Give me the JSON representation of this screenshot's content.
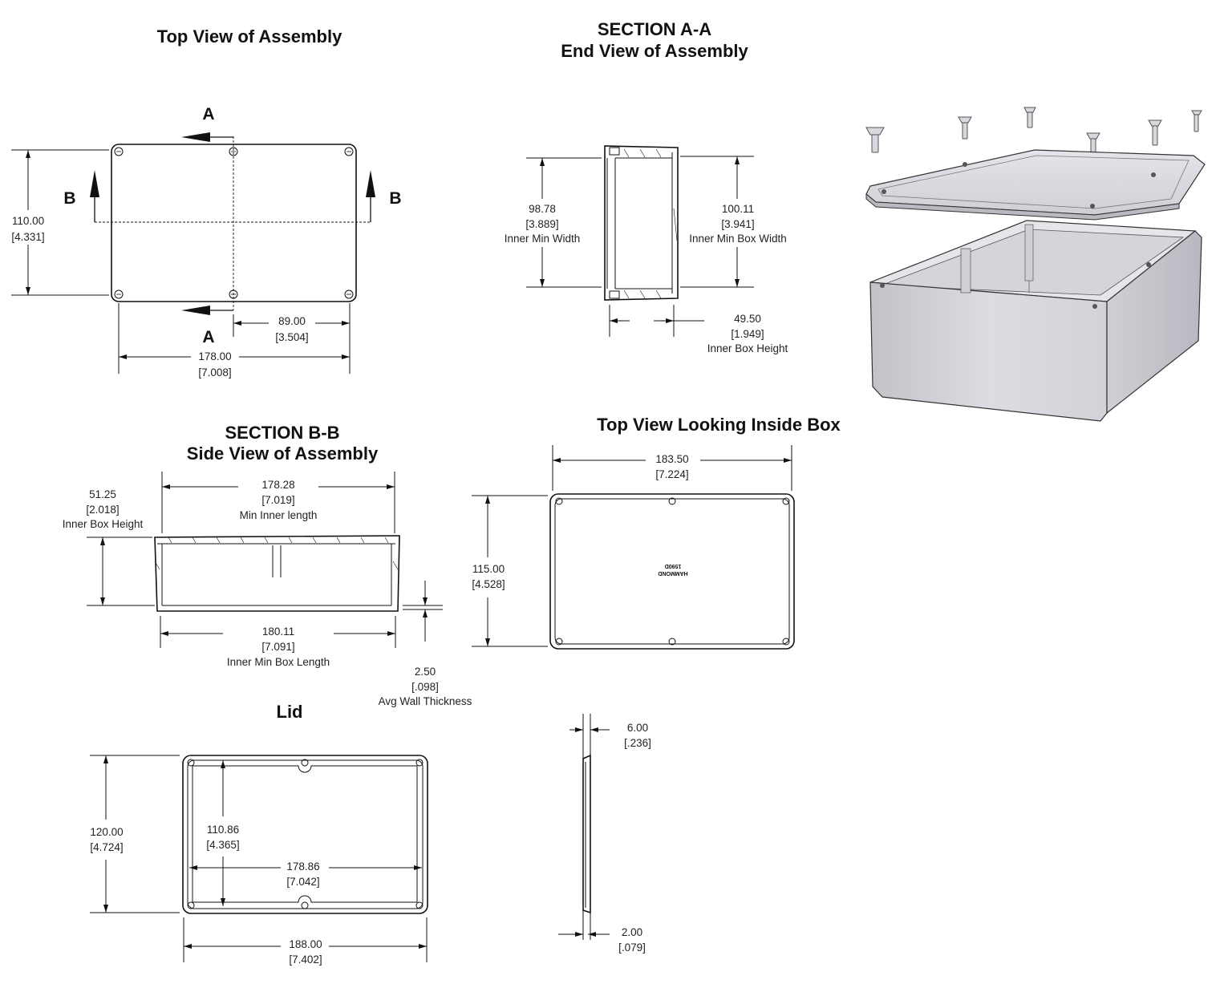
{
  "titles": {
    "top_view": "Top View of Assembly",
    "section_aa_line1": "SECTION A-A",
    "section_aa_line2": "End View of Assembly",
    "section_bb_line1": "SECTION B-B",
    "section_bb_line2": "Side View of Assembly",
    "inside_view": "Top View Looking Inside Box",
    "lid": "Lid"
  },
  "section_labels": {
    "a": "A",
    "b": "B"
  },
  "top_view": {
    "height_mm": "110.00",
    "height_in": "[4.331]",
    "width_mm": "178.00",
    "width_in": "[7.008]",
    "half_mm": "89.00",
    "half_in": "[3.504]"
  },
  "end_view": {
    "inner_min_width_mm": "98.78",
    "inner_min_width_in": "[3.889]",
    "inner_min_width_label": "Inner Min Width",
    "inner_box_width_mm": "100.11",
    "inner_box_width_in": "[3.941]",
    "inner_box_width_label": "Inner Min Box Width",
    "inner_height_mm": "49.50",
    "inner_height_in": "[1.949]",
    "inner_height_label": "Inner Box Height"
  },
  "side_view": {
    "height_mm": "51.25",
    "height_in": "[2.018]",
    "height_label": "Inner Box Height",
    "min_inner_mm": "178.28",
    "min_inner_in": "[7.019]",
    "min_inner_label": "Min Inner length",
    "box_length_mm": "180.11",
    "box_length_in": "[7.091]",
    "box_length_label": "Inner Min Box Length",
    "wall_mm": "2.50",
    "wall_in": "[.098]",
    "wall_label": "Avg Wall Thickness"
  },
  "inside_view": {
    "width_mm": "183.50",
    "width_in": "[7.224]",
    "height_mm": "115.00",
    "height_in": "[4.528]",
    "marking_line1": "HAMMOND",
    "marking_line2": "1590D"
  },
  "lid": {
    "height_mm": "120.00",
    "height_in": "[4.724]",
    "inner_h_mm": "110.86",
    "inner_h_in": "[4.365]",
    "inner_w_mm": "178.86",
    "inner_w_in": "[7.042]",
    "width_mm": "188.00",
    "width_in": "[7.402]",
    "thick_mm": "6.00",
    "thick_in": "[.236]",
    "plate_mm": "2.00",
    "plate_in": "[.079]"
  }
}
